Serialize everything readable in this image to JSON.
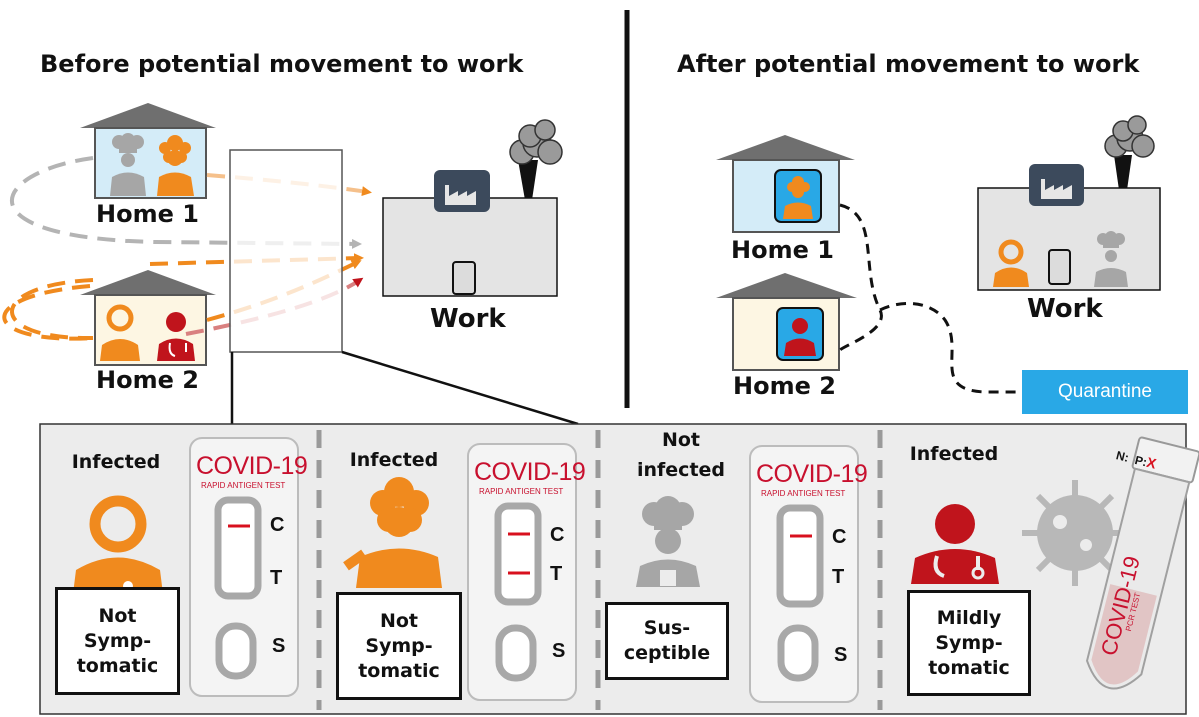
{
  "headings": {
    "before": "Before potential movement to work",
    "after": "After potential movement to work"
  },
  "before": {
    "home1": "Home 1",
    "home2": "Home 2",
    "work": "Work"
  },
  "after": {
    "home1": "Home 1",
    "home2": "Home 2",
    "work": "Work",
    "quarantine": "Quarantine"
  },
  "panels": [
    {
      "status": "Infected",
      "symptom_l1": "Not",
      "symptom_l2": "Symp-",
      "symptom_l3": "tomatic",
      "person_icon": "headset-person-icon",
      "person_color": "#f08a1e"
    },
    {
      "status": "Infected",
      "symptom_l1": "Not",
      "symptom_l2": "Symp-",
      "symptom_l3": "tomatic",
      "person_icon": "judge-person-icon",
      "person_color": "#f08a1e"
    },
    {
      "status_l1": "Not",
      "status_l2": "infected",
      "symptom_l1": "Sus-",
      "symptom_l2": "ceptible",
      "person_icon": "chef-person-icon",
      "person_color": "#a6a6a6"
    },
    {
      "status": "Infected",
      "symptom_l1": "Mildly",
      "symptom_l2": "Symp-",
      "symptom_l3": "tomatic",
      "person_icon": "doctor-person-icon",
      "person_color": "#c0141c"
    }
  ],
  "rapid_test": {
    "title": "COVID-19",
    "subtitle": "RAPID ANTIGEN TEST",
    "control": "C",
    "test": "T",
    "sample": "S"
  },
  "pcr_test": {
    "label": "COVID-19",
    "subtitle": "PCR TEST",
    "n_label": "N:",
    "p_label": "P:",
    "p_mark": "X"
  },
  "colors": {
    "orange": "#f08a1e",
    "red": "#c0141c",
    "gray_person": "#a6a6a6",
    "gray_arrow": "#b4b4b4",
    "house_roof": "#6f6f6f",
    "home1_fill": "#d4ecf8",
    "home2_fill": "#fdf6e3",
    "work_fill": "#e4e4e4",
    "quarantine": "#29a8e6",
    "panel_bg": "#ececec"
  }
}
